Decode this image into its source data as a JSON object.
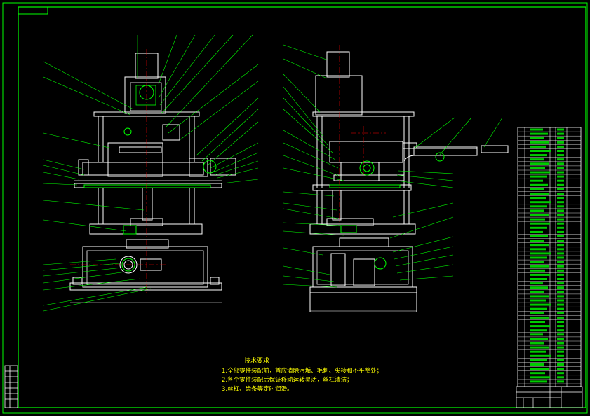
{
  "drawing": {
    "colors": {
      "background": "#000000",
      "frame": "#00ff00",
      "geometry": "#ffffff",
      "leaders": "#00ff00",
      "notes": "#ffff00",
      "centerline": "#ff0000",
      "table_fill": "#00cc00"
    }
  },
  "technical_requirements": {
    "title": "技术要求",
    "lines": [
      "1.全部零件装配前，首应清除污垢、毛刺、尖棱和不平整处；",
      "2.各个零件装配后保证移动运转灵活，丝杠清洁；",
      "3.丝杠、齿条等定时润滑。"
    ]
  }
}
